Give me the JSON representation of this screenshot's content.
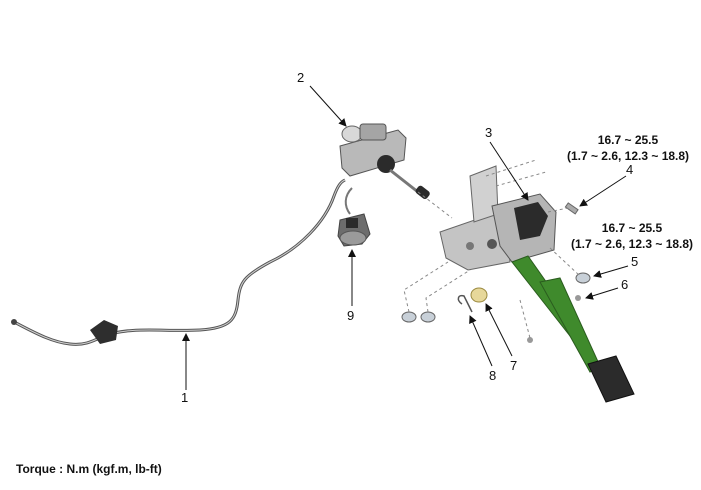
{
  "callouts": {
    "c1": "1",
    "c2": "2",
    "c3": "3",
    "c4": "4",
    "c5": "5",
    "c6": "6",
    "c7": "7",
    "c8": "8",
    "c9": "9"
  },
  "torque_specs": {
    "spec_a_line1": "16.7 ~ 25.5",
    "spec_a_line2": "(1.7 ~ 2.6, 12.3 ~ 18.8)",
    "spec_b_line1": "16.7 ~ 25.5",
    "spec_b_line2": "(1.7 ~ 2.6, 12.3 ~ 18.8)"
  },
  "caption": "Torque : N.m (kgf.m, lb-ft)",
  "colors": {
    "pedal_green": "#3f8a2c",
    "part_gray": "#8a8a8a",
    "dark_part": "#2b2b2b"
  }
}
